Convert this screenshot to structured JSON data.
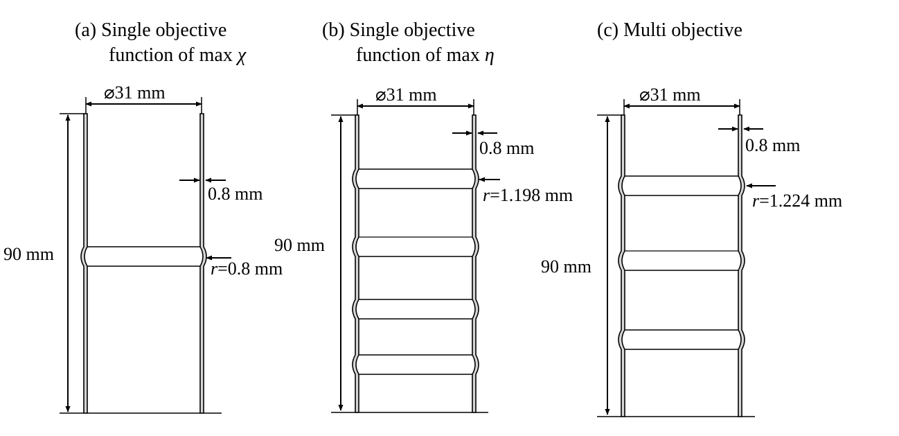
{
  "panels": [
    {
      "id": "a",
      "title_line1": "(a) Single objective",
      "title_line2_prefix": "function of max ",
      "title_symbol": "χ",
      "diameter_label": "⌀31 mm",
      "height_label": "90 mm",
      "thickness_label": "0.8 mm",
      "radius_symbol": "r",
      "radius_value": "=0.8 mm",
      "groove_count": 1
    },
    {
      "id": "b",
      "title_line1": "(b) Single objective",
      "title_line2_prefix": "function of max ",
      "title_symbol": "η",
      "diameter_label": "⌀31 mm",
      "height_label": "90 mm",
      "thickness_label": "0.8 mm",
      "radius_symbol": "r",
      "radius_value": "=1.198 mm",
      "groove_count": 4
    },
    {
      "id": "c",
      "title_line1": "(c) Multi objective",
      "title_line2_prefix": "",
      "title_symbol": "",
      "diameter_label": "⌀31 mm",
      "height_label": "90 mm",
      "thickness_label": "0.8 mm",
      "radius_symbol": "r",
      "radius_value": "=1.224 mm",
      "groove_count": 3
    }
  ]
}
